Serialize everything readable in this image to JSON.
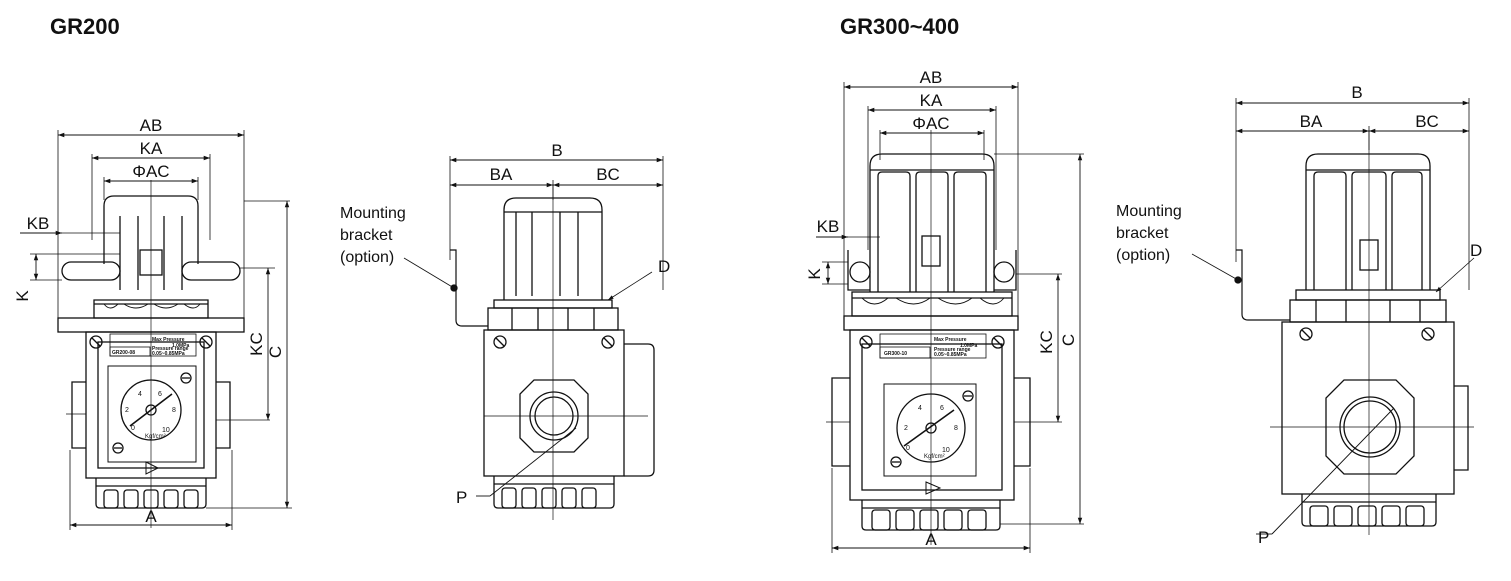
{
  "titles": {
    "left": "GR200",
    "right": "GR300~400"
  },
  "gr200_front": {
    "dims": {
      "AB": "AB",
      "KA": "KA",
      "AC": "ΦAC",
      "KB": "KB",
      "K": "K",
      "KC": "KC",
      "C": "C",
      "A": "A"
    },
    "plate": {
      "line1": "Max Pressure",
      "line2": "1.0MPa",
      "model": "GR200-08",
      "line3": "Pressure range",
      "line4": "0.05~0.85MPa"
    },
    "gauge": {
      "ticks": [
        "0",
        "2",
        "4",
        "6",
        "8",
        "10"
      ],
      "unit": "Kgf/cm²"
    }
  },
  "gr200_side": {
    "dims": {
      "B": "B",
      "BA": "BA",
      "BC": "BC",
      "D": "D",
      "P": "P"
    },
    "bracket_label": [
      "Mounting",
      "bracket",
      "(option)"
    ]
  },
  "gr300_front": {
    "dims": {
      "AB": "AB",
      "KA": "KA",
      "AC": "ΦAC",
      "KB": "KB",
      "K": "K",
      "KC": "KC",
      "C": "C",
      "A": "A"
    },
    "plate": {
      "line1": "Max Pressure",
      "line2": "1.0MPa",
      "model": "GR300-10",
      "line3": "Pressure range",
      "line4": "0.05~0.85MPa"
    },
    "gauge": {
      "ticks": [
        "0",
        "2",
        "4",
        "6",
        "8",
        "10"
      ],
      "unit": "Kgf/cm²"
    }
  },
  "gr300_side": {
    "dims": {
      "B": "B",
      "BA": "BA",
      "BC": "BC",
      "D": "D",
      "P": "P"
    },
    "bracket_label": [
      "Mounting",
      "bracket",
      "(option)"
    ]
  },
  "colors": {
    "line": "#111111",
    "background": "#ffffff"
  }
}
